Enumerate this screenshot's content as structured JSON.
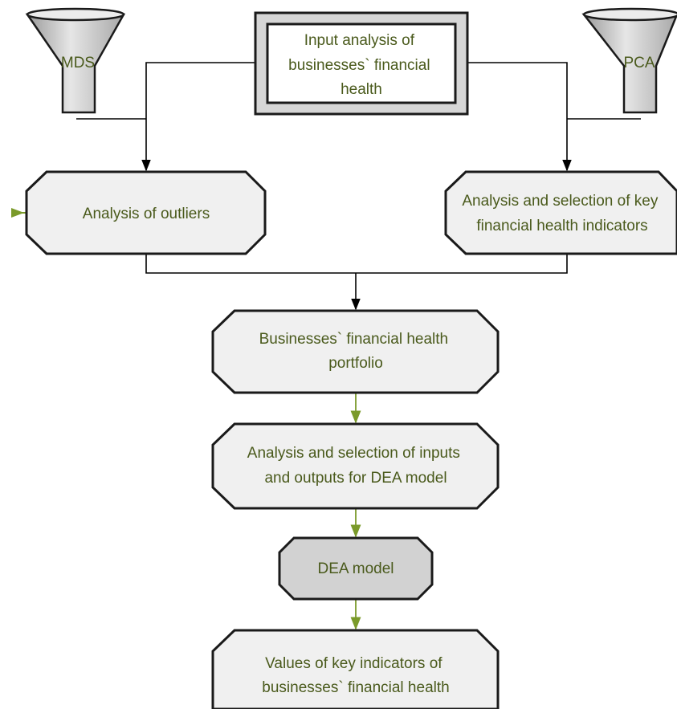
{
  "nodes": {
    "input_box": {
      "lines": [
        "Input analysis of",
        "businesses` financial",
        "health"
      ]
    },
    "mds_funnel": {
      "label": "MDS"
    },
    "pca_funnel": {
      "label": "PCA"
    },
    "outliers": {
      "lines": [
        "Analysis of outliers"
      ]
    },
    "key_indicators": {
      "lines": [
        "Analysis and selection of key",
        "financial health indicators"
      ]
    },
    "portfolio": {
      "lines": [
        "Businesses` financial health",
        "portfolio"
      ]
    },
    "inputs_outputs": {
      "lines": [
        "Analysis and selection of inputs",
        "and outputs for DEA model"
      ]
    },
    "dea_model": {
      "lines": [
        "DEA model"
      ]
    },
    "values": {
      "lines": [
        "Values of key indicators of",
        "businesses` financial health"
      ]
    }
  },
  "colors": {
    "text": "#4a5a1c",
    "box_fill": "#f0f0f0",
    "dea_fill": "#d2d2d2",
    "stroke": "#1a1a1a",
    "green_arrow": "#7a9a2a"
  }
}
